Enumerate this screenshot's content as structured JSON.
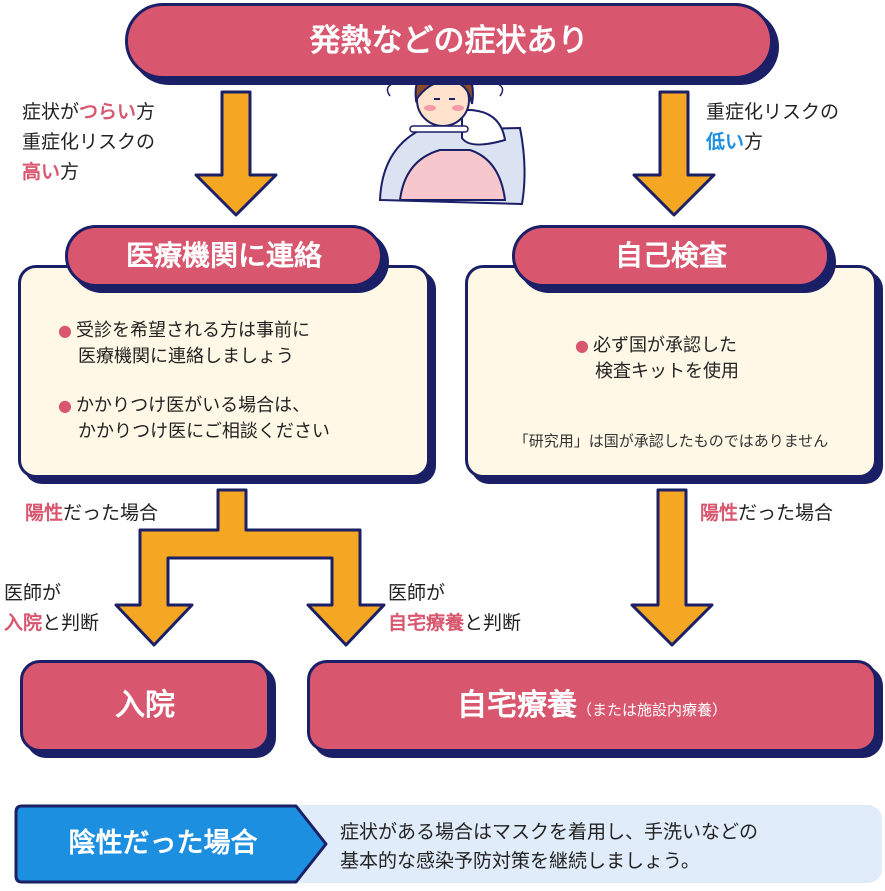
{
  "top": {
    "title": "発熱などの症状あり"
  },
  "left_branch": {
    "line1_pre": "症状が",
    "line1_em": "つらい",
    "line1_post": "方",
    "line2": "重症化リスクの",
    "line3_em": "高い",
    "line3_post": "方"
  },
  "right_branch": {
    "line1": "重症化リスクの",
    "line2_em": "低い",
    "line2_post": "方"
  },
  "medical": {
    "title": "医療機関に連絡",
    "bullet1_a": "受診を希望される方は事前に",
    "bullet1_b": "医療機関に連絡しましょう",
    "bullet2_a": "かかりつけ医がいる場合は、",
    "bullet2_b": "かかりつけ医にご相談ください"
  },
  "selftest": {
    "title": "自己検査",
    "bullet1_a": "必ず国が承認した",
    "bullet1_b": "検査キットを使用",
    "note": "「研究用」は国が承認したものではありません"
  },
  "positive_left": {
    "em": "陽性",
    "rest": "だった場合"
  },
  "positive_right": {
    "em": "陽性",
    "rest": "だった場合"
  },
  "doctor_hosp": {
    "line1": "医師が",
    "em": "入院",
    "rest": "と判断"
  },
  "doctor_home": {
    "line1": "医師が",
    "em": "自宅療養",
    "rest": "と判断"
  },
  "hospital": {
    "title": "入院"
  },
  "home": {
    "title": "自宅療養",
    "sub": "（または施設内療養）"
  },
  "negative": {
    "label": "陰性だった場合",
    "text1": "症状がある場合はマスクを着用し、手洗いなどの",
    "text2": "基本的な感染予防対策を継続しましょう。"
  },
  "colors": {
    "pink": "#d8576f",
    "navy": "#1a1f66",
    "orange": "#f5a623",
    "cream": "#fff8e6",
    "blue": "#1c8fe0"
  }
}
